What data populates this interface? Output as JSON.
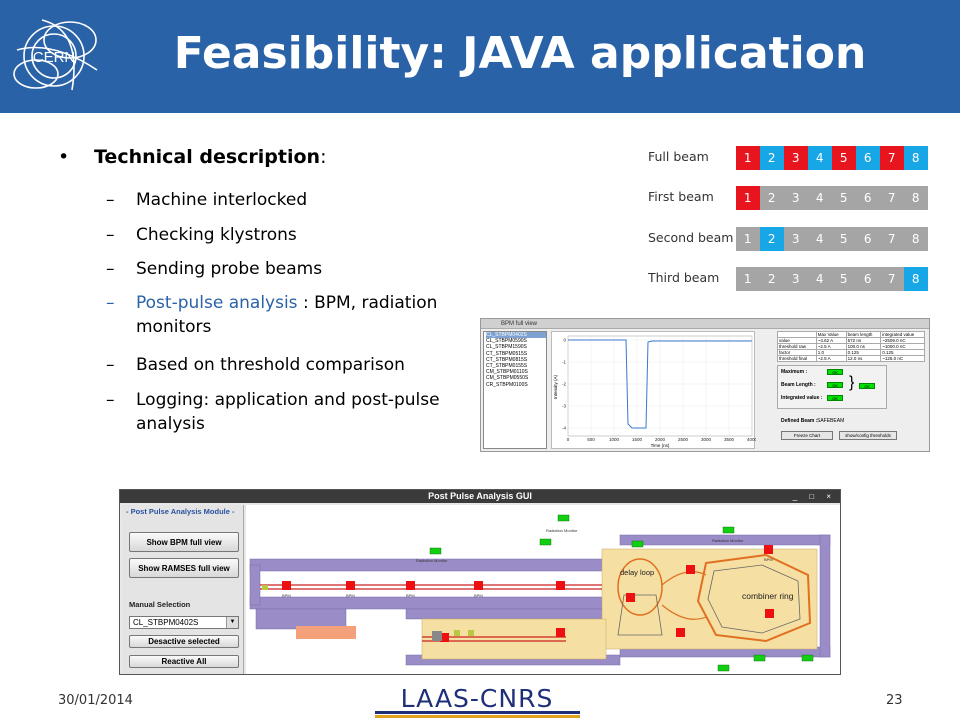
{
  "header": {
    "title": "Feasibility: JAVA application",
    "logo_text": "CERN"
  },
  "bullets": {
    "main_bold": "Technical description",
    "main_suffix": ":",
    "items": [
      "Machine interlocked",
      "Checking klystrons",
      "Sending probe beams",
      "Post-pulse analysis",
      "Based on threshold comparison",
      "Logging: application and post-pulse analysis"
    ],
    "item4_rest": " : BPM, radiation monitors"
  },
  "beams": {
    "rows": [
      {
        "label": "Full beam",
        "cells": [
          "1",
          "2",
          "3",
          "4",
          "5",
          "6",
          "7",
          "8"
        ],
        "colors": [
          "red",
          "blue",
          "red",
          "blue",
          "red",
          "blue",
          "red",
          "blue"
        ]
      },
      {
        "label": "First beam",
        "cells": [
          "1",
          "2",
          "3",
          "4",
          "5",
          "6",
          "7",
          "8"
        ],
        "colors": [
          "red",
          "grey",
          "grey",
          "grey",
          "grey",
          "grey",
          "grey",
          "grey"
        ]
      },
      {
        "label": "Second beam",
        "cells": [
          "1",
          "2",
          "3",
          "4",
          "5",
          "6",
          "7",
          "8"
        ],
        "colors": [
          "grey",
          "blue",
          "grey",
          "grey",
          "grey",
          "grey",
          "grey",
          "grey"
        ]
      },
      {
        "label": "Third beam",
        "cells": [
          "1",
          "2",
          "3",
          "4",
          "5",
          "6",
          "7",
          "8"
        ],
        "colors": [
          "grey",
          "grey",
          "grey",
          "grey",
          "grey",
          "grey",
          "grey",
          "blue"
        ]
      }
    ],
    "palette": {
      "red": "#e8141e",
      "blue": "#17a6e6",
      "grey": "#a5a5a5"
    }
  },
  "bpm_window": {
    "title": "BPM full view",
    "list": [
      "CL_STBPM0402S",
      "CL_STBPM0590S",
      "CL_STBPM1590S",
      "CT_STBPM0515S",
      "CT_STBPM0815S",
      "CT_STBPM0155S",
      "CM_STBPM0110S",
      "CM_STBPM0550S",
      "CR_STBPM0100S"
    ],
    "chart": {
      "xlabel": "Time (ns)",
      "ylabel": "Intensity (A)",
      "xticks": [
        "0",
        "500",
        "1000",
        "1500",
        "2000",
        "2500",
        "3000",
        "3500",
        "4000"
      ],
      "yticks": [
        "0",
        "-1",
        "-2",
        "-3",
        "-4"
      ]
    },
    "table_header": [
      "",
      "Max Value",
      "beam length",
      "integrated value"
    ],
    "table_rows": [
      [
        "value",
        "~4.62 A",
        "572 ns",
        "~2509.0 nC"
      ],
      [
        "threshold raw",
        "~2.5 A",
        "100.0 ns",
        "~1000.0 nC"
      ],
      [
        "factor",
        "1.0",
        "0.125",
        "0.125"
      ],
      [
        "threshold final",
        "~2.5 A",
        "12.0 ns",
        "~125.0 nC"
      ]
    ],
    "checks": [
      "Maximum :",
      "Beam Length :",
      "Integrated value :"
    ],
    "ok": "OK",
    "defined_beam_label": "Defined Beam :",
    "defined_beam_value": "SAFEBEAM",
    "btn_freeze": "Freeze Chart",
    "btn_thresholds": "show/config thresholds"
  },
  "gui": {
    "title": "Post Pulse Analysis GUI",
    "window_controls": "_ □ ×",
    "module_label": "- Post Pulse Analysis Module -",
    "btn_bpm": "Show BPM full view",
    "btn_ramses": "Show RAMSES full view",
    "manual_selection": "Manual Selection",
    "combo_value": "CL_STBPM0402S",
    "btn_deactive": "Desactive selected",
    "btn_reactive": "Reactive All",
    "map_labels": {
      "delay_loop": "delay loop",
      "combiner_ring": "combiner ring",
      "radiation_monitor": "Radiation Monitor",
      "bpm": "BPM"
    }
  },
  "footer": {
    "date": "30/01/2014",
    "page": "23",
    "partner_logo": "LAAS-CNRS"
  }
}
